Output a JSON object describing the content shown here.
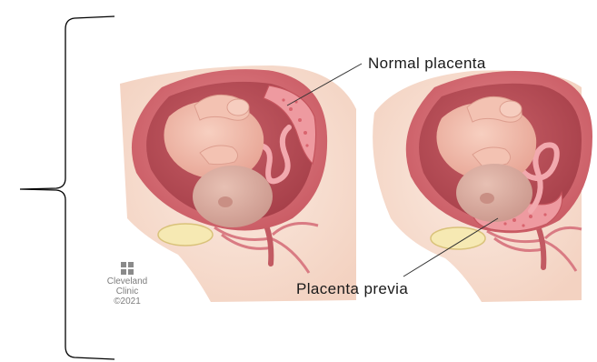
{
  "labels": {
    "normal": "Normal placenta",
    "previa": "Placenta previa"
  },
  "logo": {
    "line1": "Cleveland",
    "line2": "Clinic",
    "line3": "©2021",
    "icon": "cleveland-clinic-cross-icon"
  },
  "colors": {
    "skin": "#f6dccd",
    "uterus_wall": "#d9757c",
    "uterus_inner": "#b94c55",
    "fetus": "#f0b7a4",
    "placenta": "#e57a84",
    "bracket": "#000000"
  }
}
